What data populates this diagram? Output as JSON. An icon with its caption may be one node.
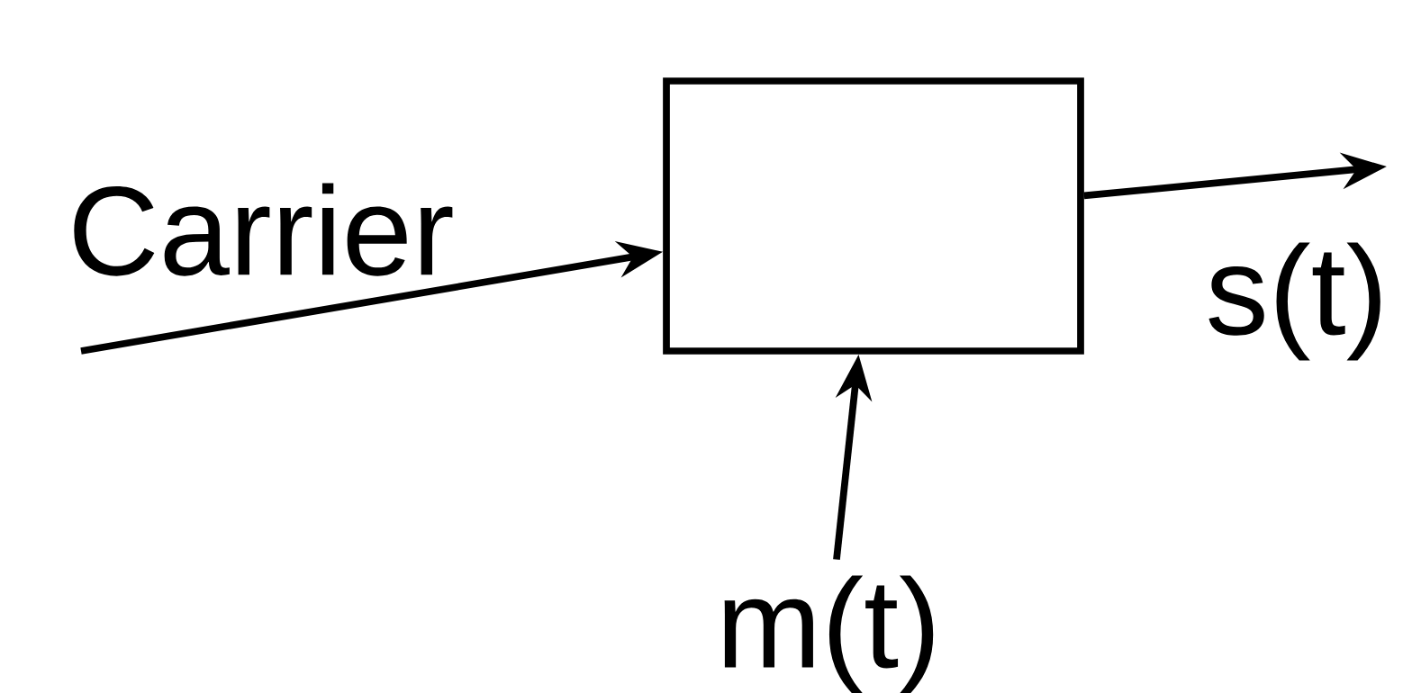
{
  "diagram": {
    "nodes": [
      {
        "text": [],
        "shape": "box"
      },
      {
        "text": [
          "m(t)"
        ]
      }
    ],
    "edges": [
      {
        "from": null,
        "to": 0,
        "arrow": "to",
        "label": "Carrier"
      },
      {
        "from": 1,
        "to": 0,
        "arrow": "to"
      },
      {
        "from": 0,
        "to": null,
        "arrow": "to",
        "label": "s(t)"
      }
    ]
  }
}
